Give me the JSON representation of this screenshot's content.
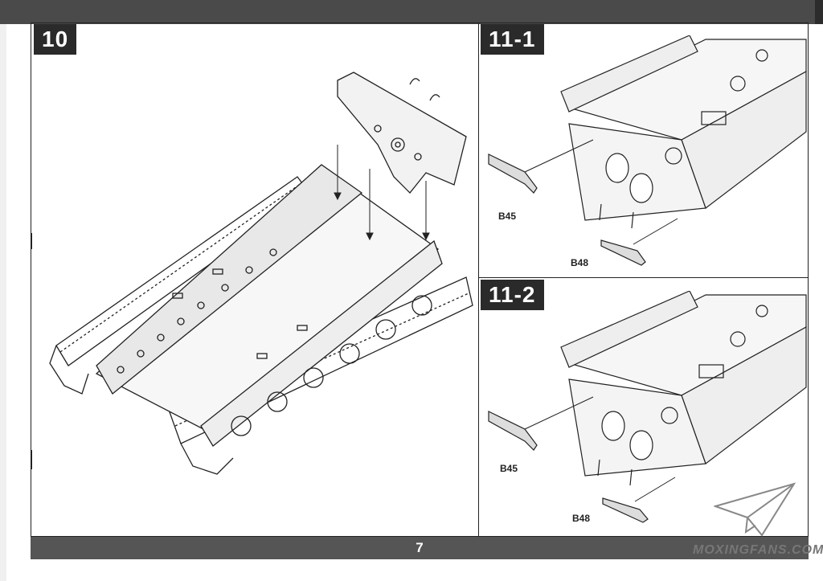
{
  "steps": {
    "step10": "10",
    "step11_1": "11-1",
    "step11_2": "11-2"
  },
  "parts": {
    "b45_top": "B45",
    "b48_top": "B48",
    "b45_bottom": "B45",
    "b48_bottom": "B48"
  },
  "page_number": "7",
  "watermark": "MOXINGFANS.COM",
  "colors": {
    "bar": "#4a4a4a",
    "line": "#222222"
  }
}
